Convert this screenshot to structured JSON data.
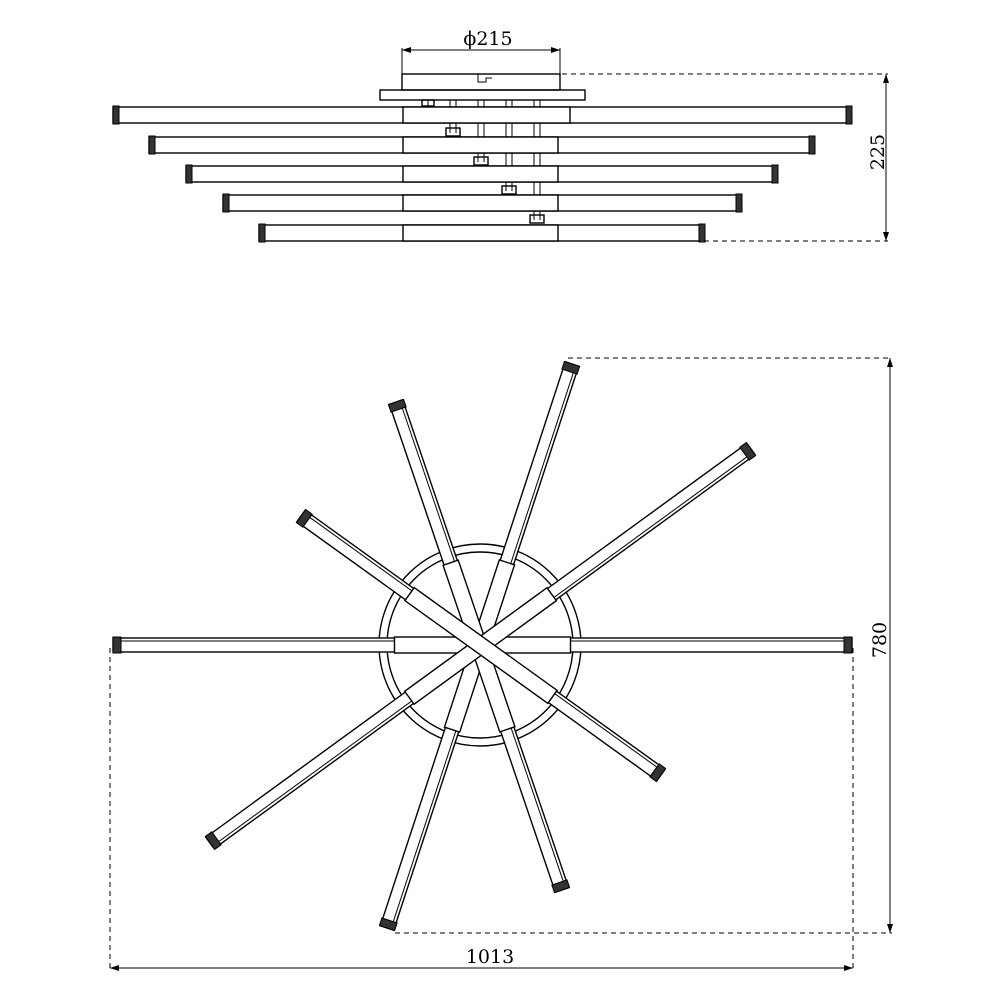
{
  "dimensions": {
    "canopy_diameter": "ϕ215",
    "side_height": "225",
    "plan_depth": "780",
    "plan_width": "1013"
  }
}
